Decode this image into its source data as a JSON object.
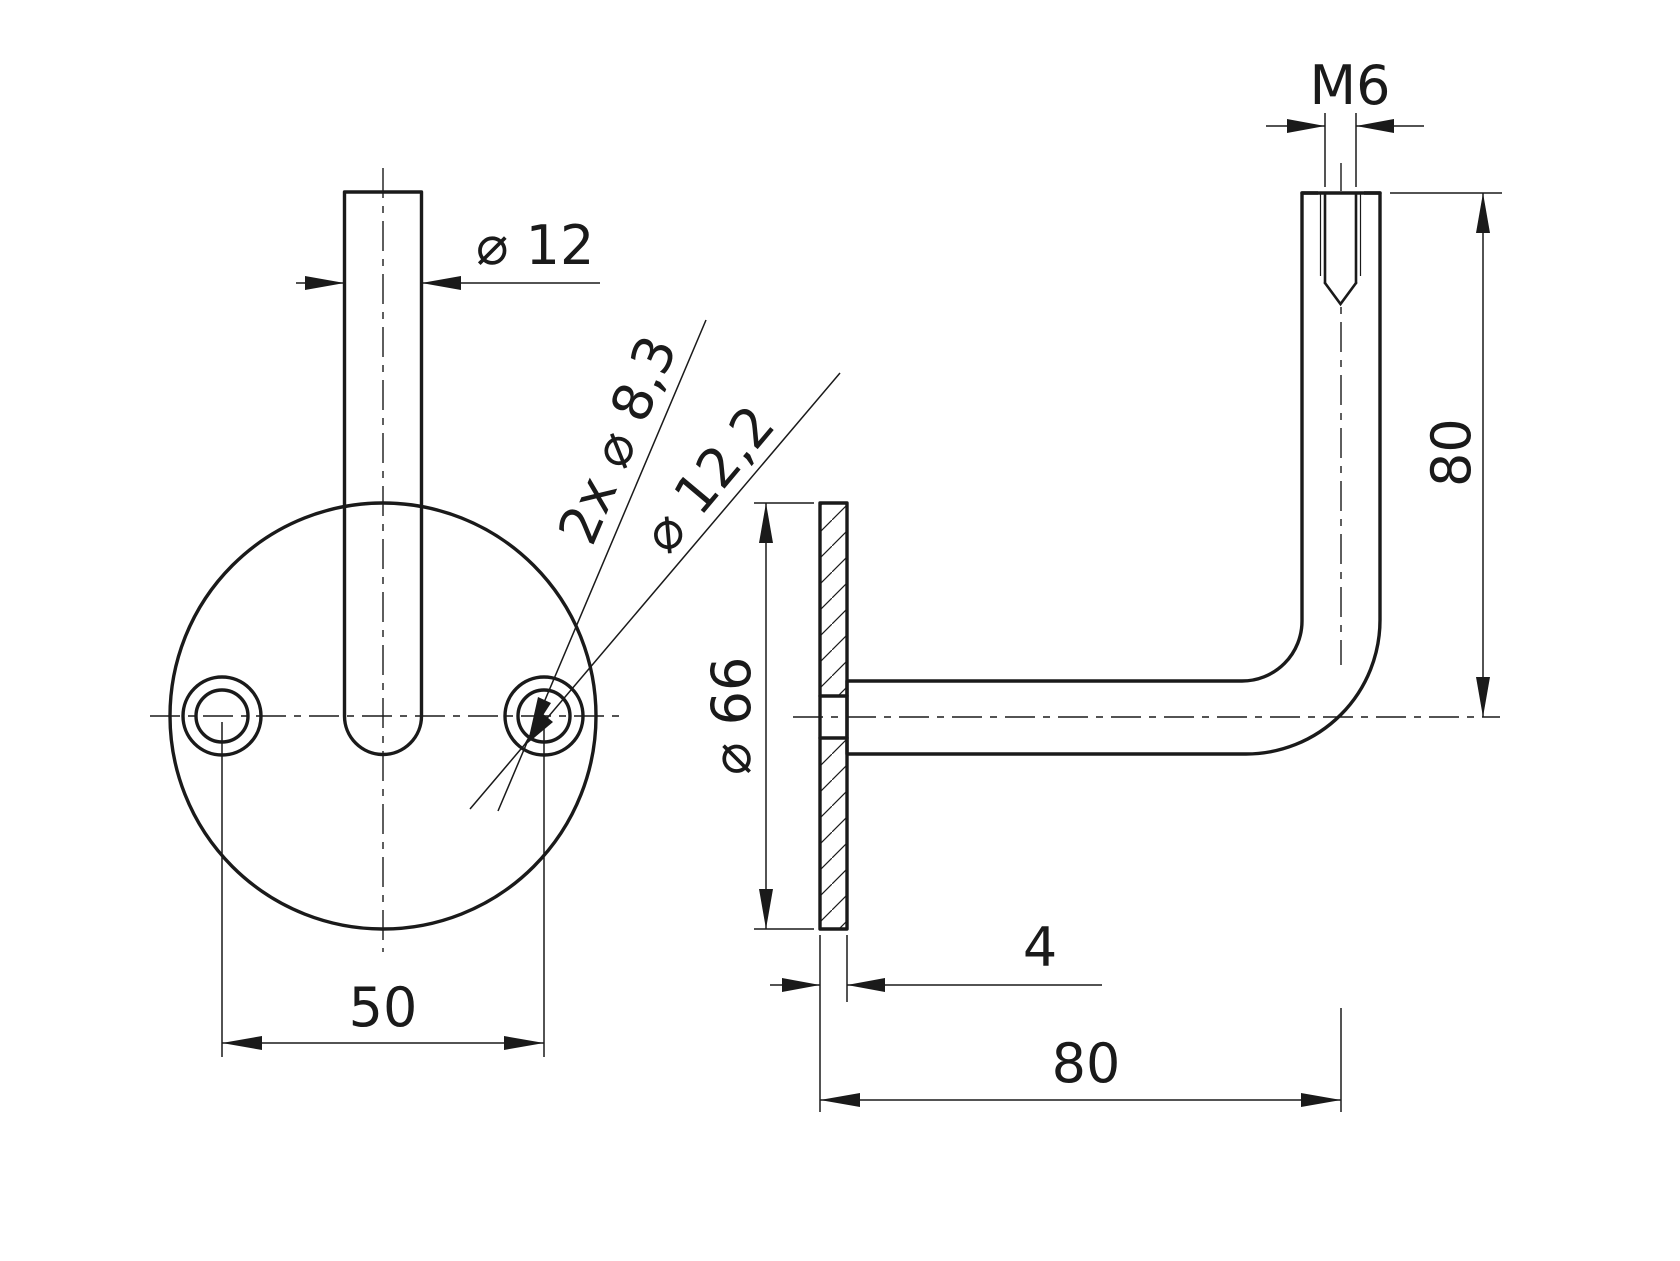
{
  "page": {
    "background": "#ffffff",
    "line_color": "#1a1a1a"
  },
  "front_view": {
    "labels": {
      "rod_diameter": "⌀ 12",
      "holes": "2x ⌀ 8,3",
      "counterbore": "⌀ 12,2",
      "hole_spacing": "50"
    }
  },
  "side_view": {
    "labels": {
      "thread": "M6",
      "height": "80",
      "plate_diameter": "⌀ 66",
      "plate_thickness": "4",
      "reach": "80"
    }
  }
}
